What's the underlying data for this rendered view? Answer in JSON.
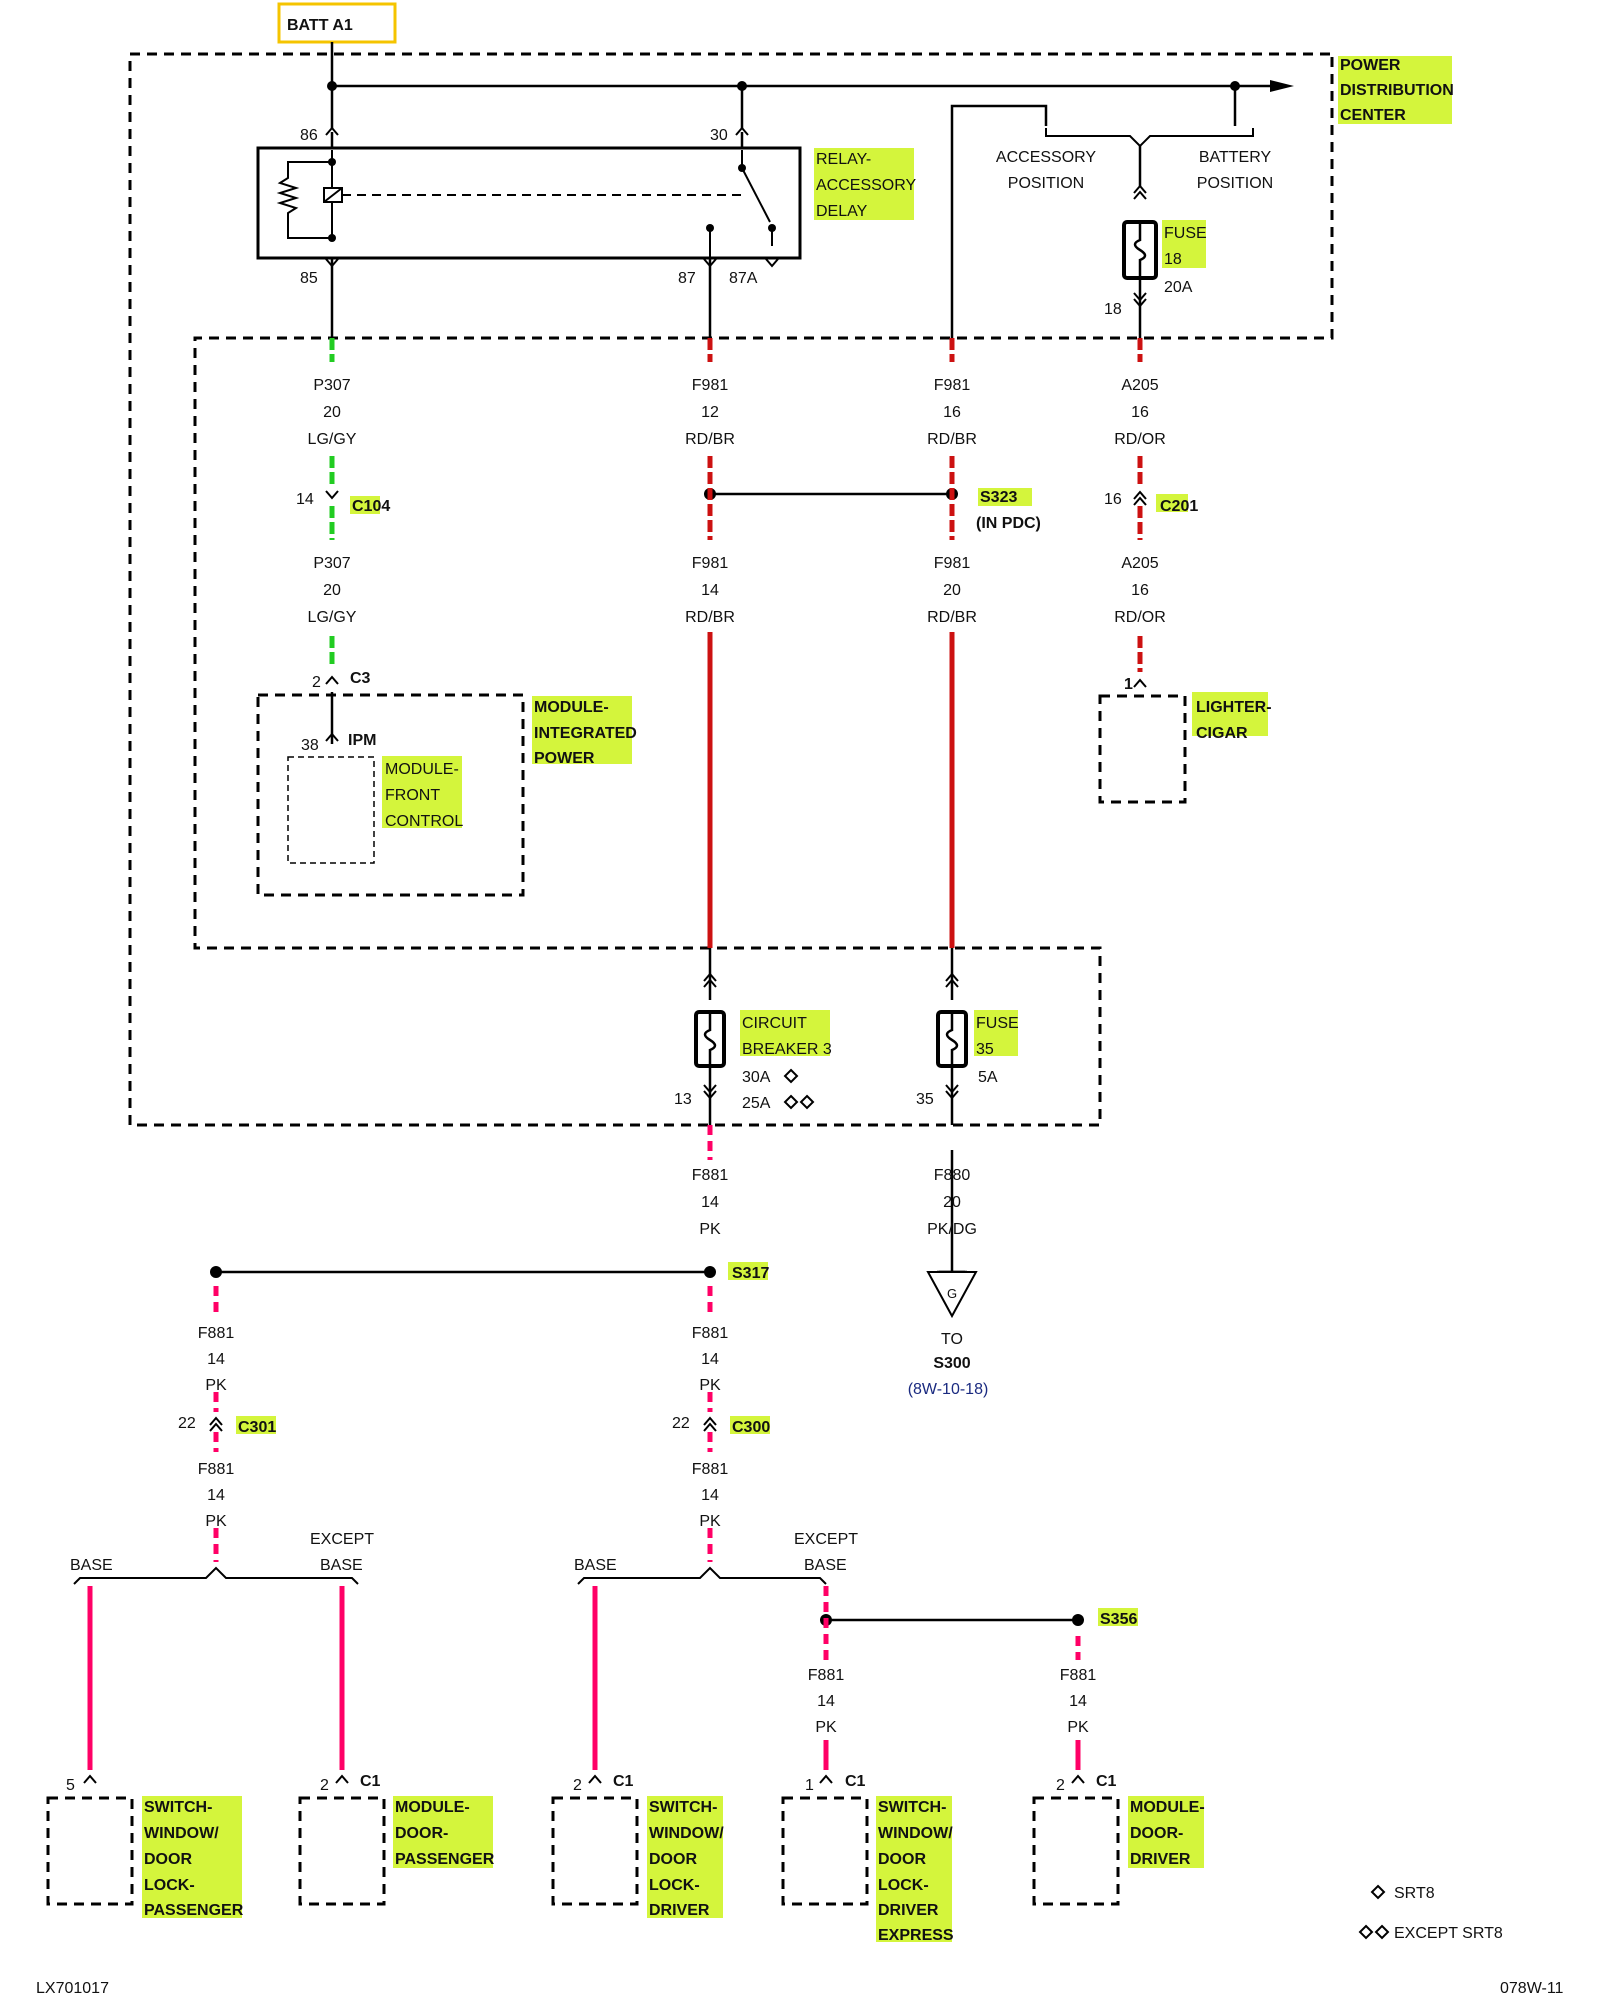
{
  "batt": "BATT A1",
  "pdc": {
    "l1": "POWER",
    "l2": "DISTRIBUTION",
    "l3": "CENTER"
  },
  "relay": {
    "l1": "RELAY-",
    "l2": "ACCESSORY",
    "l3": "DELAY",
    "pin86": "86",
    "pin30": "30",
    "pin85": "85",
    "pin87": "87",
    "pin87a": "87A"
  },
  "acc": {
    "l1": "ACCESSORY",
    "l2": "POSITION"
  },
  "bat": {
    "l1": "BATTERY",
    "l2": "POSITION"
  },
  "fuse18": {
    "l1": "FUSE",
    "l2": "18",
    "rating": "20A",
    "pin": "18"
  },
  "w_p307a": {
    "c": "P307",
    "g": "20",
    "col": "LG/GY"
  },
  "w_f981a": {
    "c": "F981",
    "g": "12",
    "col": "RD/BR"
  },
  "w_f981b": {
    "c": "F981",
    "g": "16",
    "col": "RD/BR"
  },
  "w_a205a": {
    "c": "A205",
    "g": "16",
    "col": "RD/OR"
  },
  "c104": {
    "name": "C104",
    "pin": "14"
  },
  "s323": {
    "name": "S323",
    "sub": "(IN PDC)"
  },
  "c201": {
    "name": "C201",
    "pin": "16"
  },
  "w_p307b": {
    "c": "P307",
    "g": "20",
    "col": "LG/GY"
  },
  "w_f981c": {
    "c": "F981",
    "g": "14",
    "col": "RD/BR"
  },
  "w_f981d": {
    "c": "F981",
    "g": "20",
    "col": "RD/BR"
  },
  "w_a205b": {
    "c": "A205",
    "g": "16",
    "col": "RD/OR"
  },
  "c3": {
    "name": "C3",
    "pin": "2"
  },
  "ipm": {
    "name": "IPM",
    "pin": "38"
  },
  "mip": {
    "l1": "MODULE-",
    "l2": "INTEGRATED",
    "l3": "POWER"
  },
  "mfc": {
    "l1": "MODULE-",
    "l2": "FRONT",
    "l3": "CONTROL"
  },
  "lighter": {
    "l1": "LIGHTER-",
    "l2": "CIGAR",
    "pin": "1"
  },
  "cb3": {
    "l1": "CIRCUIT",
    "l2": "BREAKER 3",
    "r1": "30A",
    "r2": "25A",
    "pin": "13"
  },
  "fuse35": {
    "l1": "FUSE",
    "l2": "35",
    "rating": "5A",
    "pin": "35"
  },
  "w_f881a": {
    "c": "F881",
    "g": "14",
    "col": "PK"
  },
  "w_f880": {
    "c": "F880",
    "g": "20",
    "col": "PK/DG"
  },
  "ground": {
    "sym": "G",
    "to": "TO",
    "name": "S300",
    "ref": "(8W-10-18)"
  },
  "s317": {
    "name": "S317"
  },
  "w_f881b": {
    "c": "F881",
    "g": "14",
    "col": "PK"
  },
  "w_f881c": {
    "c": "F881",
    "g": "14",
    "col": "PK"
  },
  "c301": {
    "name": "C301",
    "pin": "22"
  },
  "c300": {
    "name": "C300",
    "pin": "22"
  },
  "w_f881d": {
    "c": "F881",
    "g": "14",
    "col": "PK"
  },
  "w_f881e": {
    "c": "F881",
    "g": "14",
    "col": "PK"
  },
  "split_left": {
    "base": "BASE",
    "ex1": "EXCEPT",
    "ex2": "BASE"
  },
  "split_mid": {
    "base": "BASE",
    "ex1": "EXCEPT",
    "ex2": "BASE"
  },
  "s356": {
    "name": "S356"
  },
  "w_f881f": {
    "c": "F881",
    "g": "14",
    "col": "PK"
  },
  "w_f881g": {
    "c": "F881",
    "g": "14",
    "col": "PK"
  },
  "m1": {
    "pin": "5",
    "l1": "SWITCH-",
    "l2": "WINDOW/",
    "l3": "DOOR",
    "l4": "LOCK-",
    "l5": "PASSENGER"
  },
  "m2": {
    "pin": "2",
    "conn": "C1",
    "l1": "MODULE-",
    "l2": "DOOR-",
    "l3": "PASSENGER"
  },
  "m3": {
    "pin": "2",
    "conn": "C1",
    "l1": "SWITCH-",
    "l2": "WINDOW/",
    "l3": "DOOR",
    "l4": "LOCK-",
    "l5": "DRIVER"
  },
  "m4": {
    "pin": "1",
    "conn": "C1",
    "l1": "SWITCH-",
    "l2": "WINDOW/",
    "l3": "DOOR",
    "l4": "LOCK-",
    "l5": "DRIVER",
    "l6": "EXPRESS"
  },
  "m5": {
    "pin": "2",
    "conn": "C1",
    "l1": "MODULE-",
    "l2": "DOOR-",
    "l3": "DRIVER"
  },
  "legend": {
    "srt8": "SRT8",
    "except": "EXCEPT SRT8"
  },
  "footer": {
    "left": "LX701017",
    "right": "078W-11"
  },
  "colors": {
    "red": "#cc1111",
    "green": "#22cc22",
    "pink": "#ff0066",
    "highlight": "#d4f53c"
  }
}
